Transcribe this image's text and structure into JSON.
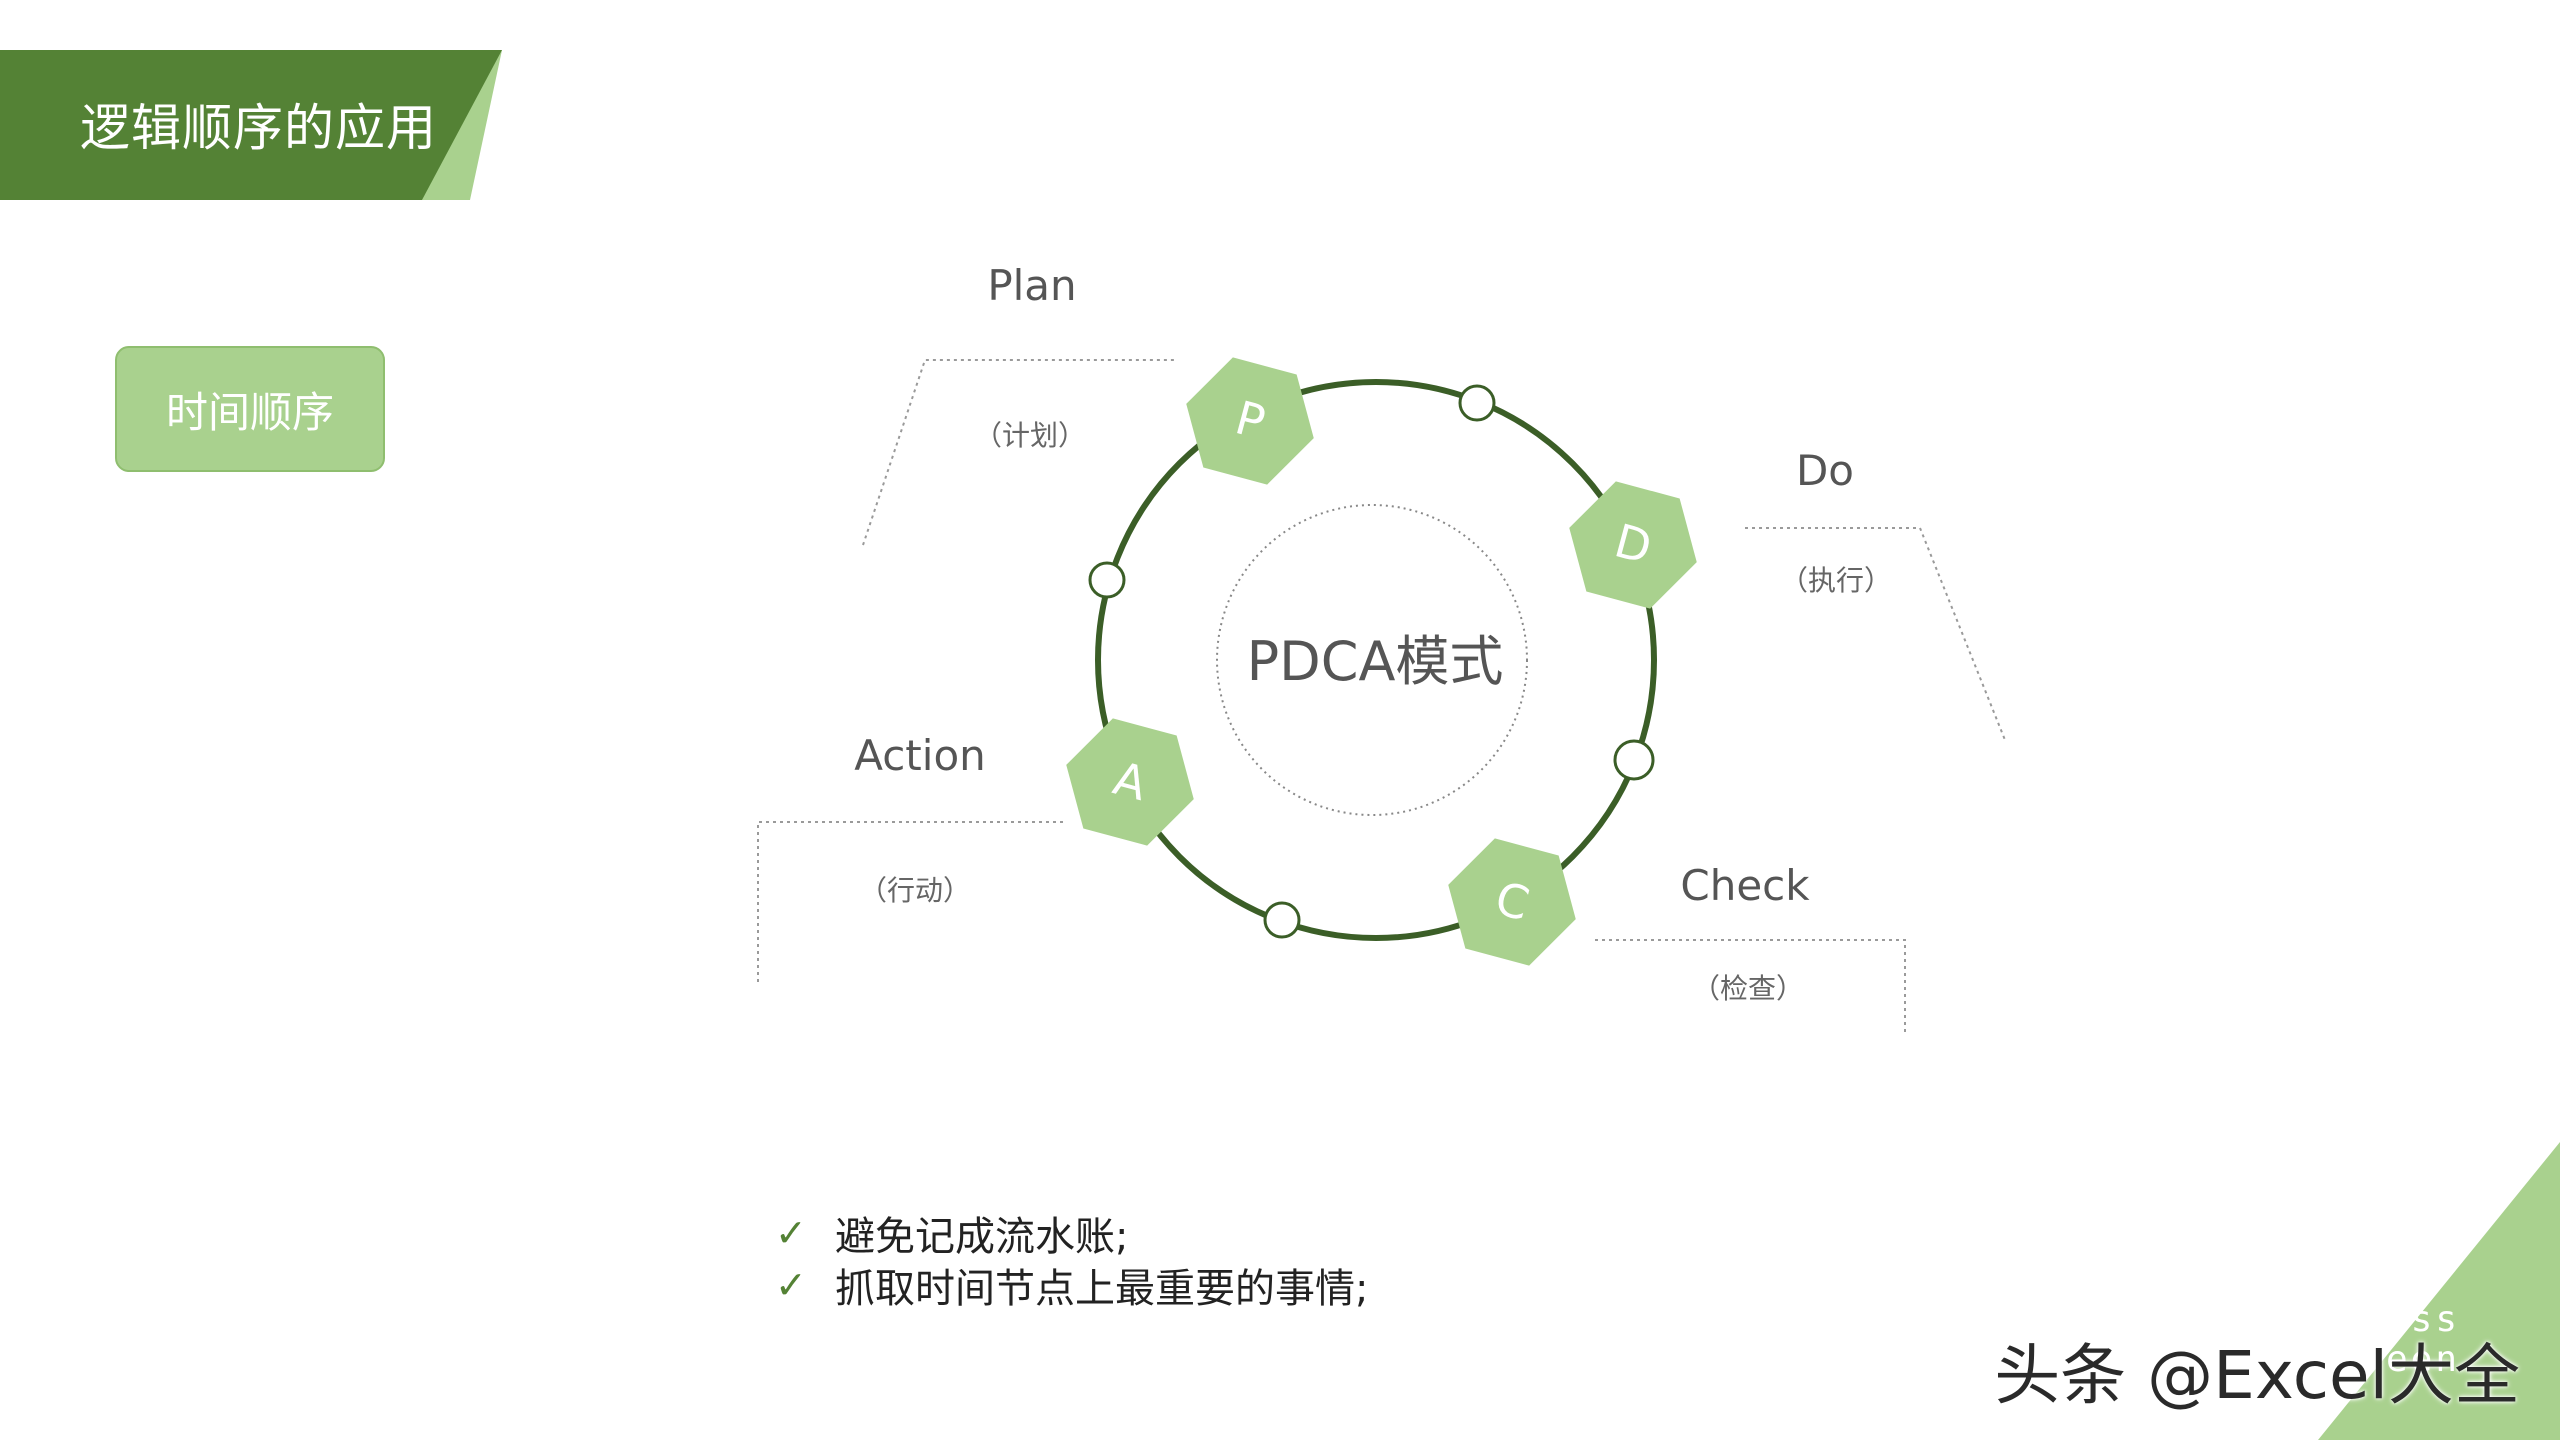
{
  "slide": {
    "title": "逻辑顺序的应用",
    "tag": "时间顺序"
  },
  "pdca": {
    "center": "PDCA模式",
    "stages": [
      {
        "letter": "P",
        "name": "Plan",
        "sub": "（计划）"
      },
      {
        "letter": "D",
        "name": "Do",
        "sub": "（执行）"
      },
      {
        "letter": "C",
        "name": "Check",
        "sub": "（检查）"
      },
      {
        "letter": "A",
        "name": "Action",
        "sub": "（行动）"
      }
    ]
  },
  "bullets": [
    "避免记成流水账;",
    "抓取时间节点上最重要的事情;"
  ],
  "footer": {
    "corner_line1": "Miss",
    "corner_line2": "Green",
    "watermark": "头条 @Excel大全"
  },
  "colors": {
    "dark_green": "#548235",
    "mid_green": "#a9d18e",
    "ring_green": "#3b5e27",
    "hex_green": "#a9d18e"
  },
  "icons": [
    "check-icon"
  ]
}
